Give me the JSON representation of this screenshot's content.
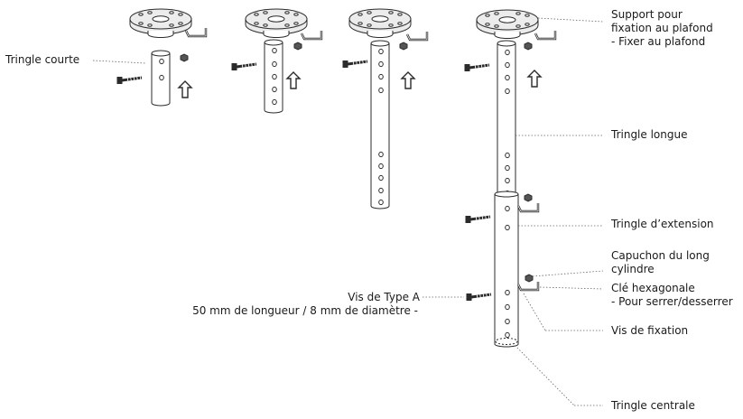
{
  "labels": {
    "tringle_courte": "Tringle courte",
    "support_l1": "Support pour",
    "support_l2": "fixation au plafond",
    "support_l3": "- Fixer au plafond",
    "tringle_longue": "Tringle longue",
    "tringle_extension": "Tringle d’extension",
    "capuchon_l1": "Capuchon du long",
    "capuchon_l2": "cylindre",
    "cle_l1": "Clé hexagonale",
    "cle_l2": "- Pour serrer/desserrer",
    "vis_fixation": "Vis de fixation",
    "vis_type_a_l1": "Vis de Type A",
    "vis_type_a_l2": "50 mm de longueur / 8 mm de diamètre -",
    "tringle_centrale": "Tringle centrale"
  },
  "colors": {
    "line": "#2b2b2b",
    "plate": "#ececec",
    "leader": "#666666",
    "text": "#1a1a1a"
  }
}
